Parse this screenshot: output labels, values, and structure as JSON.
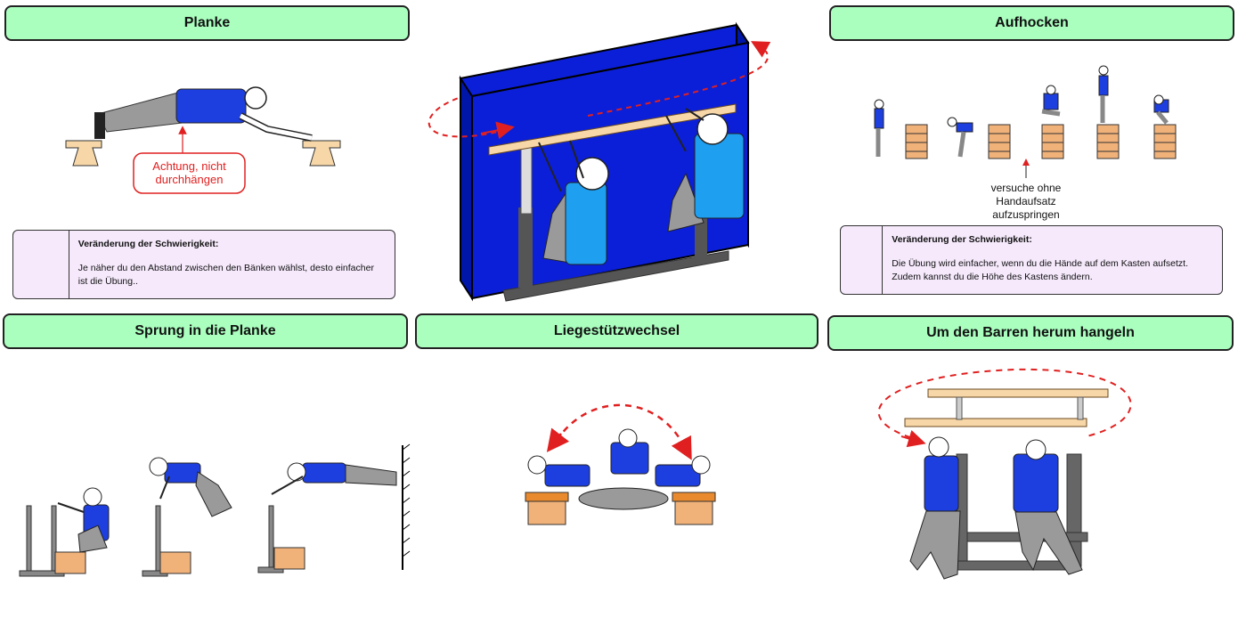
{
  "cards": [
    {
      "title": "Planke"
    },
    {
      "title": "Aufhocken"
    },
    {
      "title": "Sprung in die Planke"
    },
    {
      "title": "Liegestützwechsel"
    },
    {
      "title": "Um den Barren herum hangeln"
    }
  ],
  "planke": {
    "warning": "Achtung, nicht durchhängen",
    "tip_title": "Veränderung der Schwierigkeit:",
    "tip_text": "Je näher du den Abstand zwischen den Bänken wählst, desto einfacher ist die Übung.."
  },
  "aufhocken": {
    "note": "versuche ohne Handaufsatz aufzuspringen",
    "tip_title": "Veränderung der Schwierigkeit:",
    "tip_text": "Die Übung wird einfacher, wenn du die Hände auf dem Kasten aufsetzt. Zudem kannst du die Höhe des Kastens ändern."
  },
  "icons": [
    "wrench-person-icon",
    "dashed-circular-arrow-icon"
  ],
  "colors": {
    "header_bg": "#aaffbf",
    "tip_bg": "#f5e9fb",
    "shirt": "#1d3fe0",
    "wall": "#0b1fd8",
    "arrow": "#e02020"
  }
}
